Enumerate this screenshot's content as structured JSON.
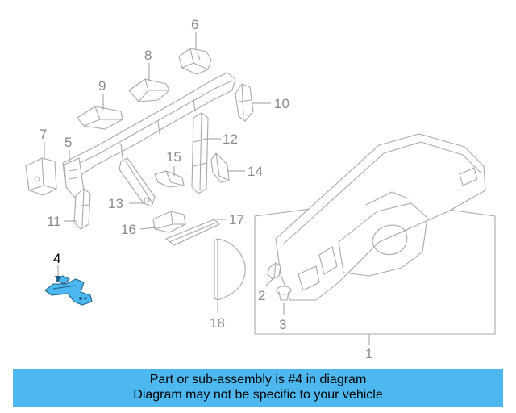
{
  "diagram": {
    "callouts": [
      "1",
      "2",
      "3",
      "4",
      "5",
      "6",
      "7",
      "8",
      "9",
      "10",
      "11",
      "12",
      "13",
      "14",
      "15",
      "16",
      "17",
      "18"
    ],
    "highlighted_part": "4"
  },
  "banner": {
    "line1": "Part or sub-assembly is #4 in diagram",
    "line2": "Diagram may not be specific to your vehicle"
  },
  "colors": {
    "highlight": "#4db8f0",
    "banner_background": "#4db8f0",
    "line_art": "#a9a9a9"
  }
}
